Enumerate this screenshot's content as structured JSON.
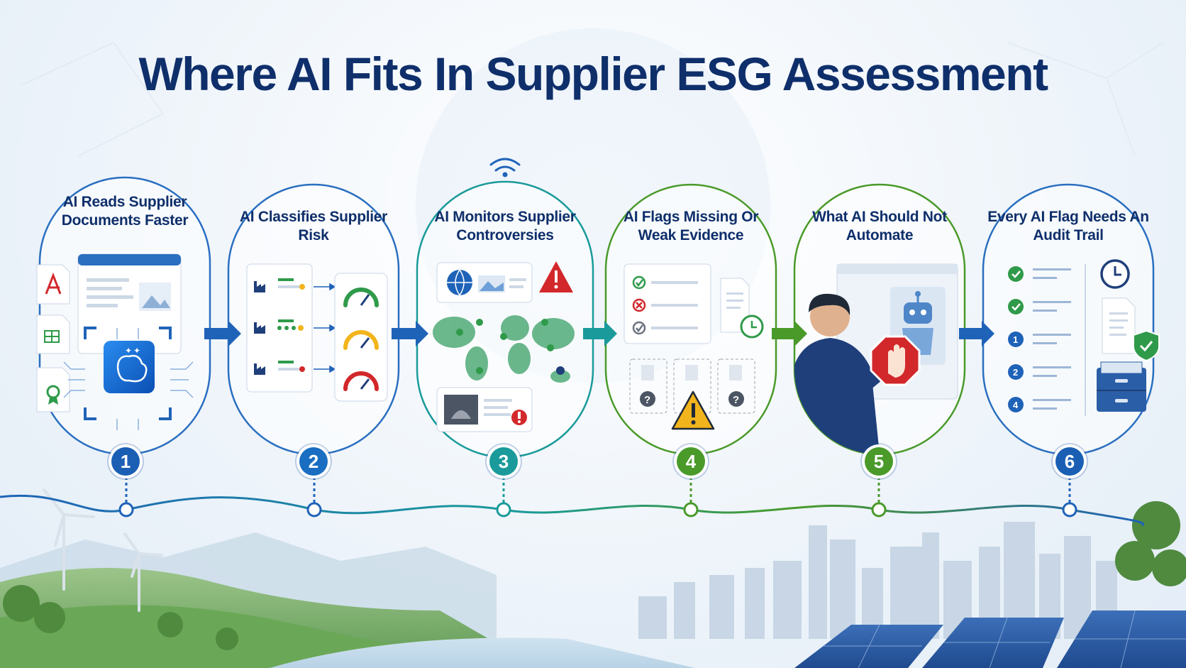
{
  "title": "Where AI Fits In Supplier ESG Assessment",
  "colors": {
    "navy": "#0f2f6b",
    "blue": "#1f63b8",
    "teal": "#1a9a9a",
    "green": "#4a9a2a",
    "red": "#d2282b",
    "amber": "#f2b41c"
  },
  "steps": [
    {
      "number": "1",
      "title": "AI Reads Supplier Documents Faster",
      "color": "#1a5fb4"
    },
    {
      "number": "2",
      "title": "AI Classifies Supplier Risk",
      "color": "#1a6ec2"
    },
    {
      "number": "3",
      "title": "AI Monitors Supplier Controversies",
      "color": "#1a9a9a"
    },
    {
      "number": "4",
      "title": "AI Flags Missing Or Weak Evidence",
      "color": "#4a9a2a"
    },
    {
      "number": "5",
      "title": "What AI Should Not Automate",
      "color": "#4a9a2a"
    },
    {
      "number": "6",
      "title": "Every AI Flag Needs An Audit Trail",
      "color": "#1a5fb4"
    }
  ]
}
